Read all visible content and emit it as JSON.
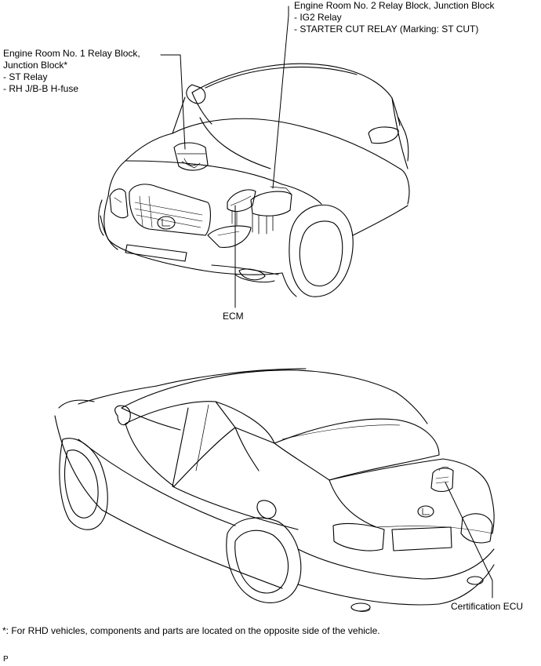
{
  "callouts": {
    "relay_block_2": {
      "title": "Engine Room No. 2 Relay Block, Junction Block",
      "items": [
        "- IG2 Relay",
        "- STARTER CUT RELAY (Marking: ST CUT)"
      ]
    },
    "relay_block_1": {
      "title_line1": "Engine Room No. 1 Relay Block,",
      "title_line2": "Junction Block*",
      "items": [
        "- ST Relay",
        "- RH J/B-B H-fuse"
      ]
    },
    "ecm": "ECM",
    "certification_ecu": "Certification ECU"
  },
  "footnote": "*: For RHD vehicles, components and parts are located on the opposite side of the vehicle.",
  "page_marker": "P"
}
